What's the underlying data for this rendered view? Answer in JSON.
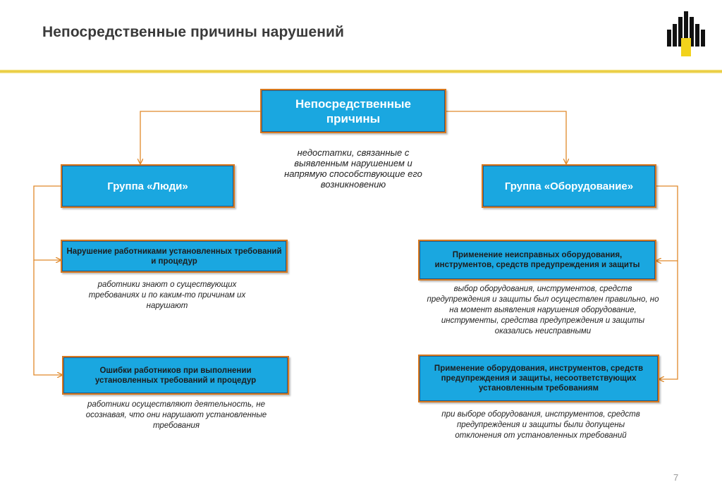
{
  "header": {
    "title": "Непосредственные причины нарушений",
    "logo_icon": "company-logo-icon",
    "accent_color": "#e8c935"
  },
  "diagram": {
    "root": {
      "label": "Непосредственные причины",
      "description": "недостатки, связанные с выявленным нарушением и напрямую способствующие его возникновению"
    },
    "groups": [
      {
        "label": "Группа «Люди»",
        "items": [
          {
            "label": "Нарушение работниками установленных требований и процедур",
            "description": "работники знают о существующих требованиях и по каким-то причинам их нарушают"
          },
          {
            "label": "Ошибки работников при выполнении установленных требований и процедур",
            "description": "работники осуществляют деятельность, не осознавая, что они нарушают установленные требования"
          }
        ]
      },
      {
        "label": "Группа «Оборудование»",
        "items": [
          {
            "label": "Применение неисправных оборудования, инструментов, средств предупреждения и защиты",
            "description": "выбор оборудования, инструментов, средств предупреждения и защиты был осуществлен правильно, но на момент выявления нарушения оборудование, инструменты, средства предупреждения и защиты оказались неисправными"
          },
          {
            "label": "Применение оборудования, инструментов, средств предупреждения и защиты, несоответствующих установленным требованиям",
            "description": "при выборе оборудования, инструментов, средств предупреждения и защиты были допущены отклонения от установленных требований"
          }
        ]
      }
    ],
    "colors": {
      "box_fill": "#1aa7e0",
      "box_border": "#d7791f",
      "arrow": "#e0892a"
    }
  },
  "footer": {
    "page_number": "7"
  }
}
